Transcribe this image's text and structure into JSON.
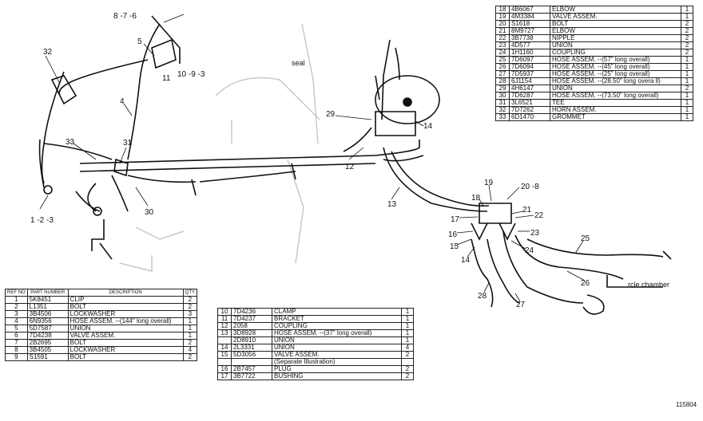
{
  "labels": {
    "seat": "seal",
    "brake_chamber": "rcle chamber",
    "figure_number": "115804"
  },
  "callouts": [
    "8 -7 -6",
    "5",
    "32",
    "11",
    "10 -9 -3",
    "4",
    "33",
    "31",
    "1 -2 -3",
    "30",
    "29",
    "14",
    "12",
    "13",
    "19",
    "20 -8",
    "18",
    "21",
    "17",
    "22",
    "16",
    "23",
    "15",
    "14",
    "24",
    "25",
    "26",
    "28",
    "27"
  ],
  "table_headers": {
    "ref": "REF NO",
    "part": "PART NUMBER",
    "description": "DESCRIPTION",
    "qty": "QTY"
  },
  "parts_left": [
    {
      "ref": "1",
      "part": "5K8451",
      "desc": "CLIP",
      "qty": "2"
    },
    {
      "ref": "2",
      "part": "L1351",
      "desc": "BOLT",
      "qty": "2"
    },
    {
      "ref": "3",
      "part": "3B4506",
      "desc": "LOCKWASHER",
      "qty": "3"
    },
    {
      "ref": "4",
      "part": "6N9356",
      "desc": "HOSE ASSEM. --(144\" long overall)",
      "qty": "1"
    },
    {
      "ref": "5",
      "part": "5D7587",
      "desc": "UNION",
      "qty": "1"
    },
    {
      "ref": "6",
      "part": "7D4238",
      "desc": "VALVE ASSEM.",
      "qty": "1"
    },
    {
      "ref": "7",
      "part": "2B2695",
      "desc": "BOLT",
      "qty": "2"
    },
    {
      "ref": "8",
      "part": "3B4505",
      "desc": "LOCKWASHER",
      "qty": "4"
    },
    {
      "ref": "9",
      "part": "S1591",
      "desc": "BOLT",
      "qty": "2"
    }
  ],
  "parts_mid": [
    {
      "ref": "10",
      "part": "7D4236",
      "desc": "CLAMP",
      "qty": "1"
    },
    {
      "ref": "11",
      "part": "7D4237",
      "desc": "BRACKET",
      "qty": "1"
    },
    {
      "ref": "12",
      "part": "2058",
      "desc": "COUPLING",
      "qty": "1"
    },
    {
      "ref": "13",
      "part": "3D8928",
      "desc": "HOSE ASSEM. --(37\" long overall)",
      "qty": "1"
    },
    {
      "ref": "",
      "part": "2D8910",
      "desc": "UNION",
      "qty": "1"
    },
    {
      "ref": "14",
      "part": "2L3331",
      "desc": "UNION",
      "qty": "4"
    },
    {
      "ref": "15",
      "part": "5D3056",
      "desc": "VALVE ASSEM.",
      "qty": "2"
    },
    {
      "ref": "",
      "part": "",
      "desc": "(Separate Illustration)",
      "qty": ""
    },
    {
      "ref": "16",
      "part": "2B7457",
      "desc": "PLUG",
      "qty": "2"
    },
    {
      "ref": "17",
      "part": "3B7722",
      "desc": "BUSHING",
      "qty": "2"
    }
  ],
  "parts_right": [
    {
      "ref": "18",
      "part": "4B6067",
      "desc": "ELBOW",
      "qty": "1"
    },
    {
      "ref": "19",
      "part": "4M3384",
      "desc": "VALVE ASSEM.",
      "qty": "1"
    },
    {
      "ref": "20",
      "part": "S1618",
      "desc": "BOLT",
      "qty": "2"
    },
    {
      "ref": "21",
      "part": "8M9727",
      "desc": "ELBOW",
      "qty": "2"
    },
    {
      "ref": "22",
      "part": "3B7738",
      "desc": "NIPPLE",
      "qty": "2"
    },
    {
      "ref": "23",
      "part": "4D577",
      "desc": "UNION",
      "qty": "2"
    },
    {
      "ref": "24",
      "part": "1H1160",
      "desc": "COUPLING",
      "qty": "2"
    },
    {
      "ref": "25",
      "part": "7D6097",
      "desc": "HOSE ASSEM. --(57\" long overall)",
      "qty": "1"
    },
    {
      "ref": "26",
      "part": "7D6094",
      "desc": "HOSE ASSEM. --(45\" long overall)",
      "qty": "1"
    },
    {
      "ref": "27",
      "part": "7D5937",
      "desc": "HOSE ASSEM. --(25\" long overall)",
      "qty": "1"
    },
    {
      "ref": "28",
      "part": "6J1154",
      "desc": "HOSE ASSEM. --(28.50\" long overa ll)",
      "qty": "1"
    },
    {
      "ref": "29",
      "part": "4H6147",
      "desc": "UNION",
      "qty": "2"
    },
    {
      "ref": "30",
      "part": "7D6287",
      "desc": "HOSE ASSEM. --(73.50\" long overall)",
      "qty": "1"
    },
    {
      "ref": "31",
      "part": "3L6521",
      "desc": "TEE",
      "qty": "1"
    },
    {
      "ref": "32",
      "part": "7D7262",
      "desc": "HORN ASSEM.",
      "qty": "1"
    },
    {
      "ref": "33",
      "part": "6D1470",
      "desc": "GROMMET",
      "qty": "1"
    }
  ]
}
